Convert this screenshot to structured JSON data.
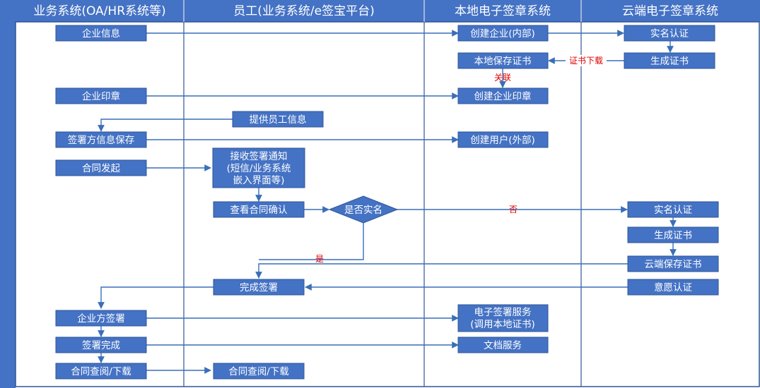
{
  "lanes": [
    {
      "title": "业务系统(OA/HR系统等)"
    },
    {
      "title": "员工(业务系统/e签宝平台)"
    },
    {
      "title": "本地电子签章系统"
    },
    {
      "title": "云端电子签章系统"
    }
  ],
  "nodes": {
    "company_info": "企业信息",
    "company_seal": "企业印章",
    "signer_info_save": "签署方信息保存",
    "contract_initiate": "合同发起",
    "company_sign": "企业方签署",
    "sign_complete": "签署完成",
    "contract_view_download_biz": "合同查阅/下载",
    "provide_employee_info": "提供员工信息",
    "receive_notice": [
      "接收签署通知",
      "(短信/业务系统",
      "嵌入界面等)"
    ],
    "view_confirm_contract": "查看合同确认",
    "is_verified_decision": "是否实名",
    "complete_signing": "完成签署",
    "contract_view_download_emp": "合同查阅/下载",
    "create_company_internal": "创建企业(内部)",
    "local_save_cert": "本地保存证书",
    "create_company_seal": "创建企业印章",
    "create_user_external": "创建用户(外部)",
    "e_sign_service": [
      "电子签署服务",
      "(调用本地证书)"
    ],
    "document_service": "文档服务",
    "cloud_verify_1": "实名认证",
    "cloud_gen_cert_1": "生成证书",
    "cloud_verify_2": "实名认证",
    "cloud_gen_cert_2": "生成证书",
    "cloud_save_cert": "云端保存证书",
    "intent_verify": "意愿认证"
  },
  "edge_labels": {
    "cert_download": "证书下载",
    "link": "关联",
    "no": "否",
    "yes": "是"
  },
  "colors": {
    "node_fill": "#4472c4",
    "header_fill": "#4472c4",
    "lane_border": "#2e5597",
    "edge": "#3a6fb8",
    "label": "#e00000"
  }
}
